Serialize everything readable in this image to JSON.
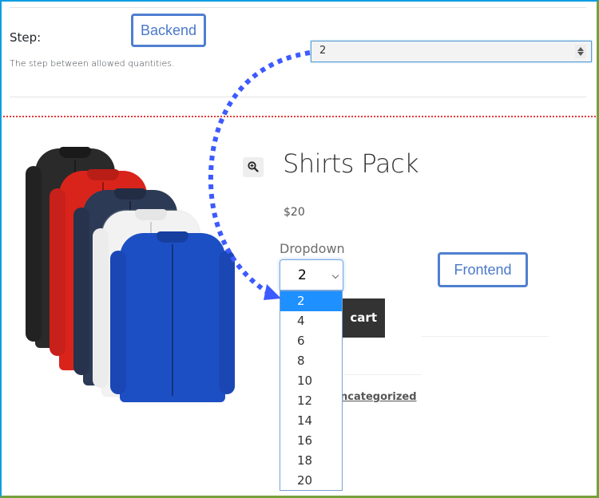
{
  "backend": {
    "annotation_label": "Backend",
    "step_field": {
      "label": "Step:",
      "description": "The step between allowed quantities.",
      "value": "2"
    }
  },
  "frontend": {
    "annotation_label": "Frontend",
    "product": {
      "title": "Shirts Pack",
      "price": "$20",
      "image_alt": "Pack of five dress shirts: black, red, navy, white, blue",
      "zoom_icon": "magnifier-plus-icon"
    },
    "quantity": {
      "label": "Dropdown",
      "selected": "2",
      "options": [
        "2",
        "4",
        "6",
        "8",
        "10",
        "12",
        "14",
        "16",
        "18",
        "20"
      ]
    },
    "add_to_cart_label": "cart",
    "category_link": "ncategorized"
  },
  "colors": {
    "annotation_blue": "#4f7fd0",
    "arrow_blue": "#3d5afe",
    "divider_red": "#e53935",
    "selected_option": "#1e90ff",
    "frame_left": "#0d9ee0",
    "frame_right": "#76a13a"
  }
}
